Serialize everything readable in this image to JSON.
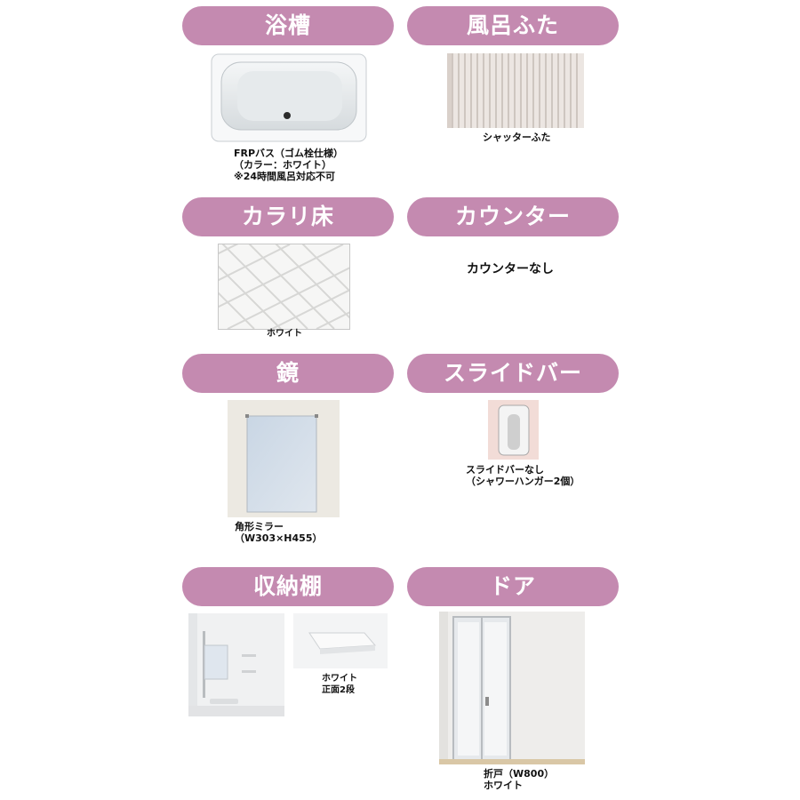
{
  "sections": {
    "bathtub": {
      "title": "浴槽",
      "caption1": "FRPバス（ゴム栓仕様）",
      "caption2": "（カラー：ホワイト）",
      "caption3": "※24時間風呂対応不可"
    },
    "lid": {
      "title": "風呂ふた",
      "caption1": "シャッターふた"
    },
    "floor": {
      "title": "カラリ床",
      "caption1": "ホワイト"
    },
    "counter": {
      "title": "カウンター",
      "text": "カウンターなし"
    },
    "mirror": {
      "title": "鏡",
      "caption1": "角形ミラー",
      "caption2": "（W303×H455）"
    },
    "slidebar": {
      "title": "スライドバー",
      "caption1": "スライドバーなし",
      "caption2": "（シャワーハンガー2個）"
    },
    "shelf": {
      "title": "収納棚",
      "caption1": "ホワイト",
      "caption2": "正面2段"
    },
    "door": {
      "title": "ドア",
      "caption1": "折戸（W800）",
      "caption2": "ホワイト"
    }
  },
  "colors": {
    "pill": "#c48ab0",
    "pill_text": "#ffffff"
  }
}
